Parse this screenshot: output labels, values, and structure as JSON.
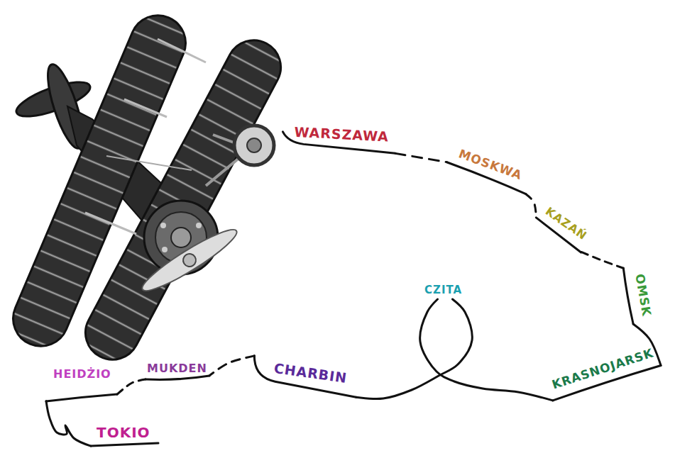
{
  "diagram": {
    "nodes": [
      {
        "text": [
          "WARSZAWA"
        ]
      },
      {
        "text": [
          "MOSKWA"
        ]
      },
      {
        "text": [
          "KAZAŃ"
        ]
      },
      {
        "text": [
          "OMSK"
        ]
      },
      {
        "text": [
          "KRASNOJARSK"
        ]
      },
      {
        "text": [
          "CZITA"
        ]
      },
      {
        "text": [
          "CHARBIN"
        ]
      },
      {
        "text": [
          "MUKDEN"
        ]
      },
      {
        "text": [
          "HEIDŻIO"
        ]
      },
      {
        "text": [
          "TOKIO"
        ]
      }
    ],
    "edges": [
      {
        "from": 0,
        "to": 1,
        "arrow": "none"
      },
      {
        "from": 1,
        "to": 2,
        "arrow": "none"
      },
      {
        "from": 2,
        "to": 3,
        "arrow": "none"
      },
      {
        "from": 3,
        "to": 4,
        "arrow": "none"
      },
      {
        "from": 4,
        "to": 5,
        "arrow": "none"
      },
      {
        "from": 5,
        "to": 6,
        "arrow": "none"
      },
      {
        "from": 6,
        "to": 7,
        "arrow": "none"
      },
      {
        "from": 7,
        "to": 8,
        "arrow": "none"
      },
      {
        "from": 8,
        "to": 9,
        "arrow": "none"
      }
    ]
  }
}
